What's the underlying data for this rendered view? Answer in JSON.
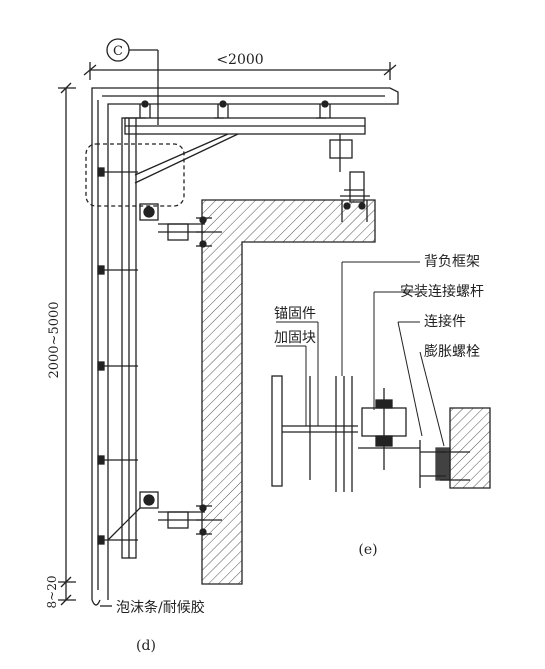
{
  "diagram": {
    "callout_letter": "C",
    "top_width_dim": "<2000",
    "height_dim": "2000~5000",
    "bottom_gap_dim": "8~20",
    "bottom_note": "泡沫条/耐候胶",
    "caption_d": "(d)",
    "caption_e": "(e)",
    "labels_left": [
      "锚固件",
      "加固块"
    ],
    "labels_right": [
      "背负框架",
      "安装连接螺杆",
      "连接件",
      "膨胀螺栓"
    ]
  }
}
